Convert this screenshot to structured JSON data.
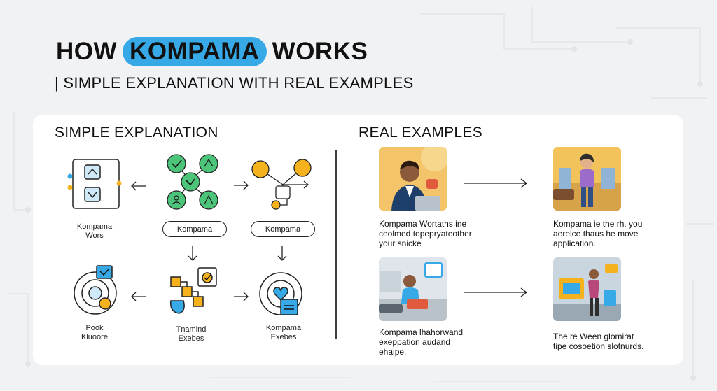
{
  "header": {
    "title_pre": "HOW",
    "title_highlight": "KOMPAMA",
    "title_post": "WORKS",
    "subtitle": "| SIMPLE EXPLANATION WITH REAL EXAMPLES"
  },
  "left_section": {
    "heading": "SIMPLE EXPLANATION",
    "pills": [
      "Kompama",
      "Kompama"
    ],
    "labels": {
      "top_left_1": "Kompama",
      "top_left_2": "Wors",
      "bottom_left_1": "Pook",
      "bottom_left_2": "Kluoore",
      "bottom_mid_1": "Tnamind",
      "bottom_mid_2": "Exebes",
      "bottom_right_1": "Kompama",
      "bottom_right_2": "Exebes"
    }
  },
  "right_section": {
    "heading": "REAL EXAMPLES",
    "captions": {
      "c1": [
        "Kompama Wortaths ine",
        "ceolmed topepryateother",
        "your snicke"
      ],
      "c2": [
        "Kompama ie the rh. you",
        "aerelce thaus he move",
        "application."
      ],
      "c3": [
        "Kompama lhahorwand",
        "exeppation audand",
        "ehaipe."
      ],
      "c4": [
        "The re Ween glomirat",
        "tipe cosoetion slotnurds."
      ]
    }
  },
  "colors": {
    "accent_blue": "#36a9e6",
    "green": "#4cc47a",
    "orange": "#f5b21c"
  }
}
